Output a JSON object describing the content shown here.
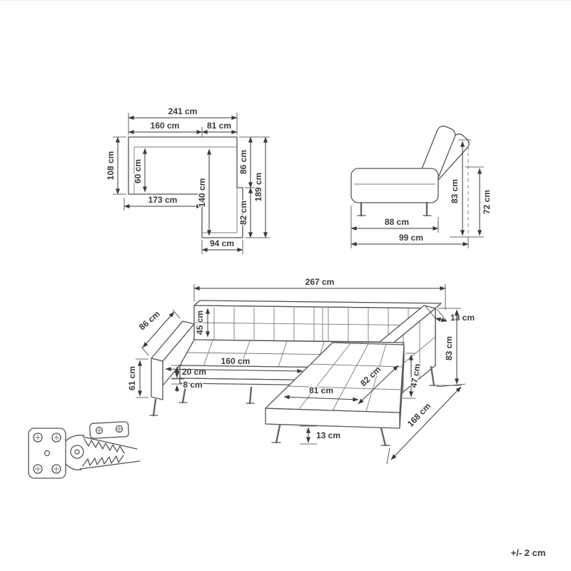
{
  "footer": {
    "tolerance": "+/- 2 cm"
  },
  "plan_view": {
    "total_width": "241 cm",
    "seat_width": "160 cm",
    "chaise_width": "81 cm",
    "left_depth": "108 cm",
    "seat_inner_depth": "60 cm",
    "seat_length": "173 cm",
    "chaise_inner_length": "140 cm",
    "back_depth": "86 cm",
    "chaise_front_depth": "82 cm",
    "total_depth": "189 cm",
    "chaise_bottom_width": "94 cm"
  },
  "side_view": {
    "frame_depth": "88 cm",
    "total_depth": "99 cm",
    "reclined_back_height": "83 cm",
    "backrest_height": "72 cm"
  },
  "perspective_view": {
    "total_width": "267 cm",
    "armrest_depth": "86 cm",
    "back_cushion_height": "45 cm",
    "armrest_height": "61 cm",
    "cushion_thickness": "20 cm",
    "seat_width": "160 cm",
    "frame_height": "8 cm",
    "chaise_seat_width": "81 cm",
    "chaise_depth": "82 cm",
    "chaise_side_height": "47 cm",
    "armrest_width": "13 cm",
    "total_height": "83 cm",
    "total_depth": "168 cm",
    "leg_height": "13 cm"
  }
}
